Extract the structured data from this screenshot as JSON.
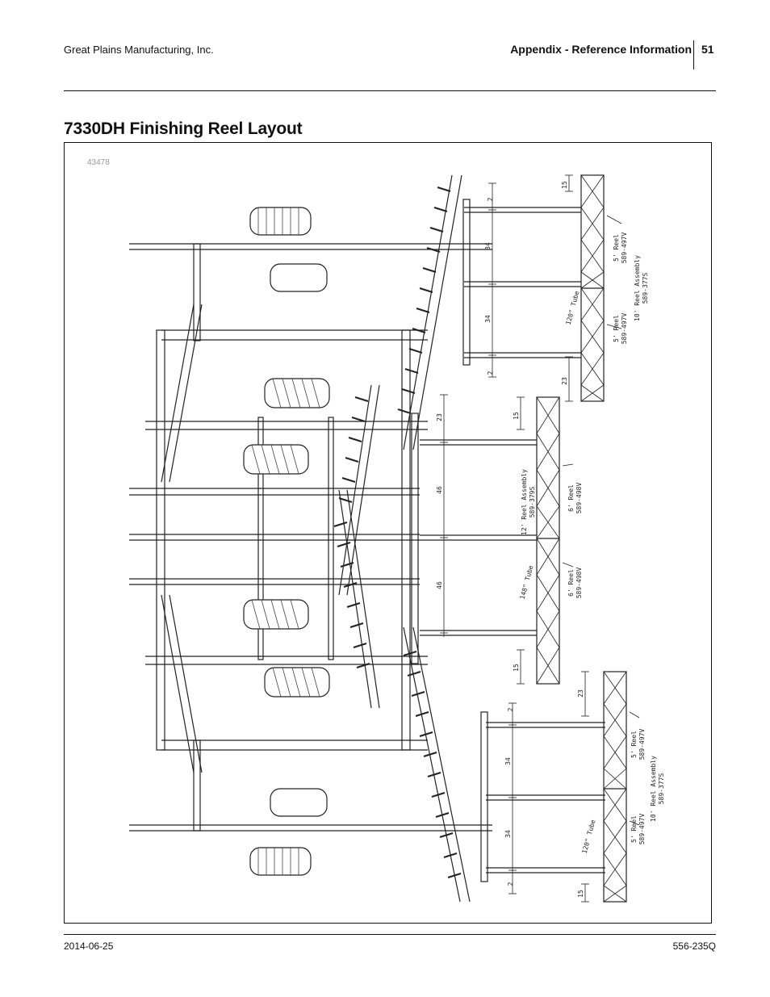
{
  "header": {
    "company": "Great Plains Manufacturing, Inc.",
    "section": "Appendix - Reference Information",
    "page_number": "51"
  },
  "title": "7330DH Finishing Reel Layout",
  "figure": {
    "id": "43478",
    "top_section": {
      "dim_left_top": "2",
      "dim_spacing_1": "34",
      "dim_spacing_2": "34",
      "dim_left_bottom": "2",
      "dim_reel_end_top": "15",
      "dim_reel_end_bottom": "23",
      "reel_a_label": "5' Reel",
      "reel_a_part": "589-497V",
      "reel_b_label": "5' Reel",
      "reel_b_part": "589-497V",
      "assembly_label": "10' Reel Assembly",
      "assembly_part": "589-377S",
      "tube_label": "120\" Tube"
    },
    "middle_section": {
      "dim_spacing_top": "23",
      "dim_spacing_1": "46",
      "dim_spacing_2": "46",
      "dim_reel_end_top": "15",
      "dim_reel_end_bottom": "15",
      "assembly_label": "12' Reel Assembly",
      "assembly_part": "589-379S",
      "reel_a_label": "6' Reel",
      "reel_a_part": "589-498V",
      "reel_b_label": "6' Reel",
      "reel_b_part": "589-498V",
      "tube_label": "148\" Tube"
    },
    "bottom_section": {
      "dim_left_top": "2",
      "dim_spacing_1": "34",
      "dim_spacing_2": "34",
      "dim_left_bottom": "2",
      "dim_reel_end_top": "23",
      "dim_reel_end_bottom": "15",
      "reel_a_label": "5' Reel",
      "reel_a_part": "589-497V",
      "reel_b_label": "5' Reel",
      "reel_b_part": "589-497V",
      "assembly_label": "10' Reel Assembly",
      "assembly_part": "589-377S",
      "tube_label": "120\" Tube"
    }
  },
  "footer": {
    "date": "2014-06-25",
    "doc_number": "556-235Q"
  }
}
